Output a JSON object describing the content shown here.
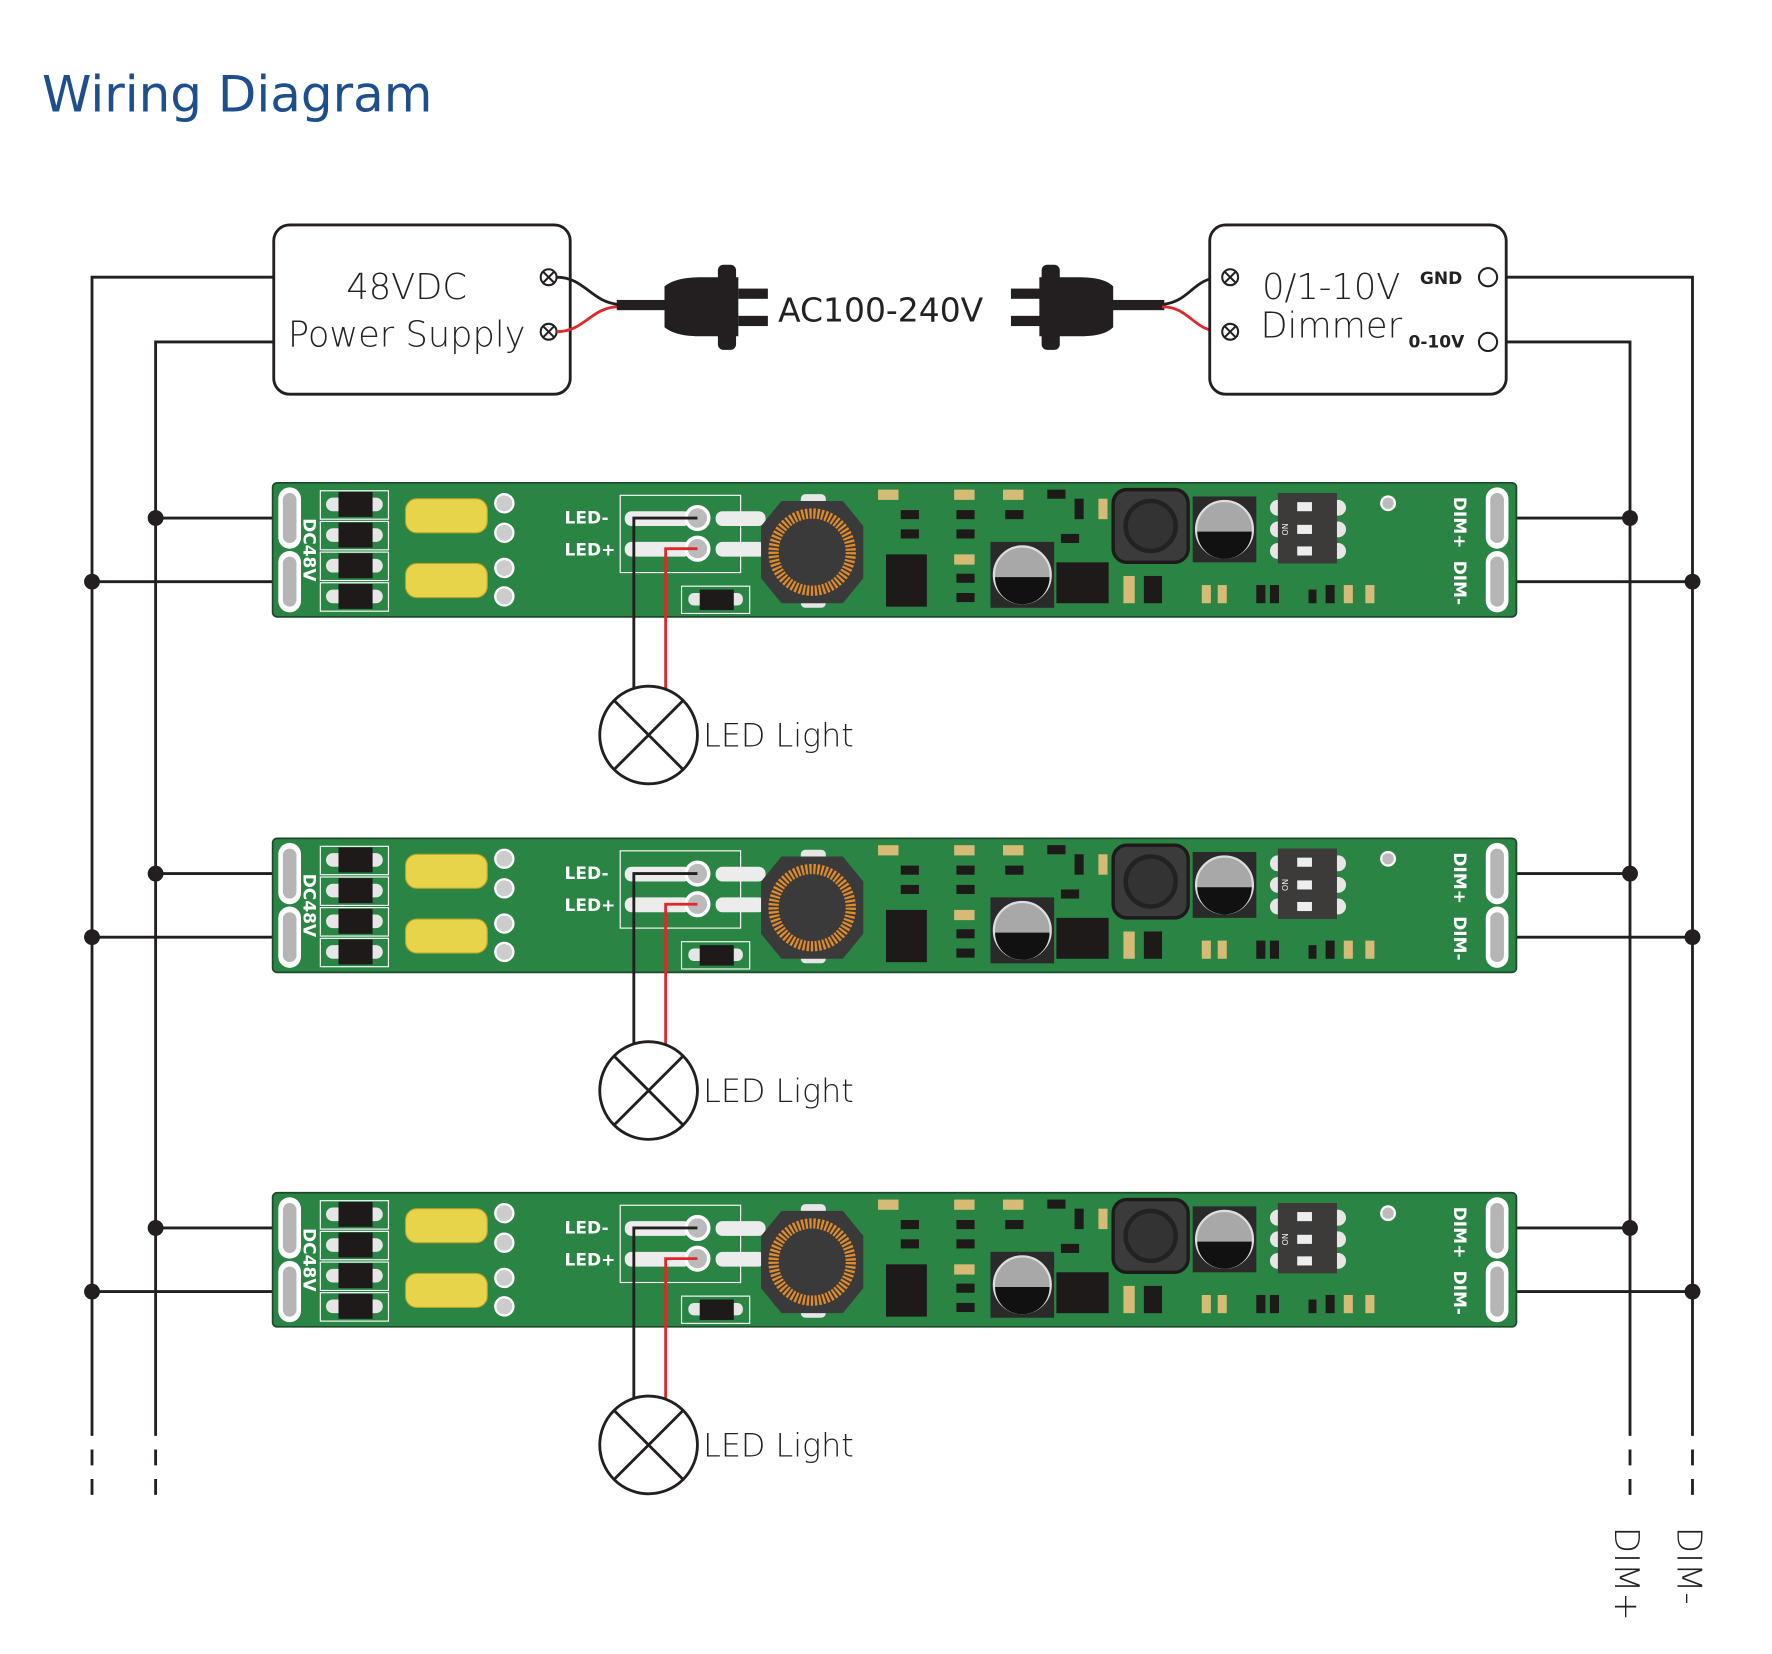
{
  "title": "Wiring Diagram",
  "power_supply": {
    "line1": "48VDC",
    "line2": "Power Supply"
  },
  "ac_label": "AC100-240V",
  "dimmer": {
    "line1": "0/1-10V",
    "line2": "Dimmer",
    "gnd": "GND",
    "signal": "0-10V"
  },
  "pcb": {
    "input_label": "DC48V",
    "led_minus": "LED-",
    "led_plus": "LED+",
    "dim_plus": "DIM+",
    "dim_minus": "DIM-",
    "dip_on": "ON"
  },
  "drivers": [
    {
      "light_label": "LED Light"
    },
    {
      "light_label": "LED Light"
    },
    {
      "light_label": "LED Light"
    }
  ],
  "bus_labels": {
    "dim_plus": "DIM+",
    "dim_minus": "DIM-"
  },
  "colors": {
    "title": "#1d4f8f",
    "pcb": "#2a8444",
    "wire_black": "#231f20",
    "wire_red": "#e0282a",
    "inductor_coil": "#e08a2a",
    "capacitor": "#e8d44a"
  }
}
